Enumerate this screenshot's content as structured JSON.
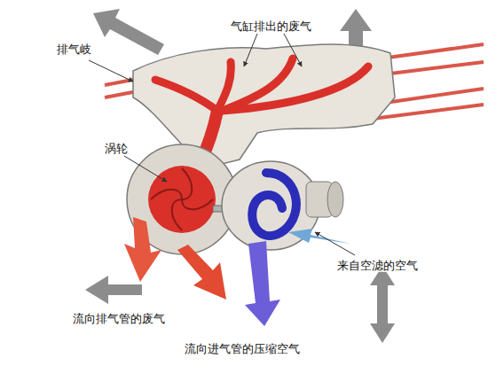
{
  "diagram": {
    "labels": [
      "排气岐",
      "气缸排出的废气",
      "涡轮",
      "来自空滤的空气",
      "流向排气管的废气",
      "流向进气管的压缩空气"
    ]
  }
}
